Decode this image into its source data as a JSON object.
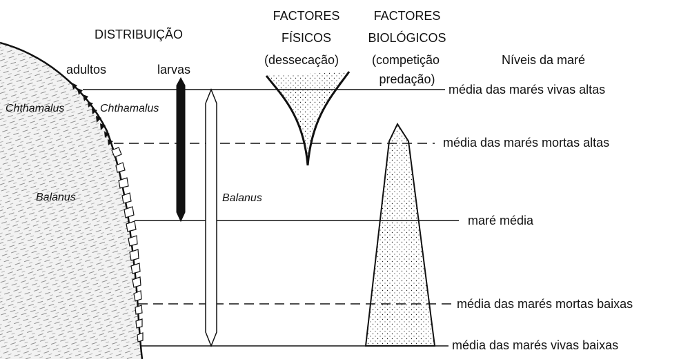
{
  "header": {
    "distribution": "DISTRIBUIÇÃO",
    "physical_line1": "FACTORES",
    "physical_line2": "FÍSICOS",
    "physical_line3": "(dessecação)",
    "biological_line1": "FACTORES",
    "biological_line2": "BIOLÓGICOS",
    "biological_line3": "(competição",
    "biological_line4": "predação)",
    "tide_levels": "Níveis da maré"
  },
  "columns": {
    "adults": "adultos",
    "larvae": "larvas"
  },
  "species": {
    "chthamalus_adult": "Chthamalus",
    "chthamalus_larva": "Chthamalus",
    "balanus_adult": "Balanus",
    "balanus_larva": "Balanus"
  },
  "tide_lines": [
    "média das marés vivas altas",
    "média das marés mortas altas",
    "maré média",
    "média das marés mortas baixas",
    "média das marés vivas baixas"
  ],
  "colors": {
    "ink": "#111111",
    "rock_fill": "#f4f4f4",
    "stipple": "#222222"
  }
}
